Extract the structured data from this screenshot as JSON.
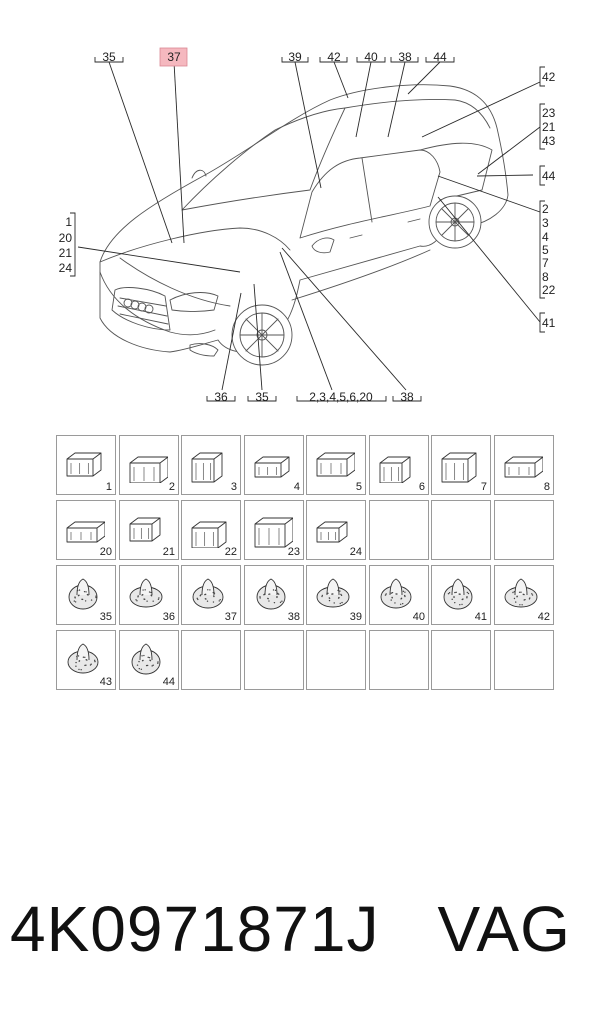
{
  "diagram": {
    "highlight_color": "#f5b8bf",
    "callouts_top": [
      {
        "id": "c35t",
        "label": "35"
      },
      {
        "id": "c37t",
        "label": "37",
        "highlight": true
      },
      {
        "id": "c39t",
        "label": "39"
      },
      {
        "id": "c42t",
        "label": "42"
      },
      {
        "id": "c40t",
        "label": "40"
      },
      {
        "id": "c38t",
        "label": "38"
      },
      {
        "id": "c44t",
        "label": "44"
      }
    ],
    "callouts_right": [
      {
        "id": "r42",
        "lines": [
          "42"
        ]
      },
      {
        "id": "r23",
        "lines": [
          "23",
          "21",
          "43"
        ]
      },
      {
        "id": "r44",
        "lines": [
          "44"
        ]
      },
      {
        "id": "r2",
        "lines": [
          "2",
          "3",
          "4",
          "5",
          "7",
          "8",
          "22"
        ]
      },
      {
        "id": "r41",
        "lines": [
          "41"
        ]
      }
    ],
    "callouts_left": [
      {
        "id": "l1",
        "lines": [
          "1",
          "20",
          "21",
          "24"
        ]
      }
    ],
    "callouts_bottom": [
      {
        "id": "b36",
        "label": "36"
      },
      {
        "id": "b35",
        "label": "35"
      },
      {
        "id": "b2",
        "label": "2,3,4,5,6,20"
      },
      {
        "id": "b38",
        "label": "38"
      }
    ]
  },
  "parts": [
    {
      "num": "1",
      "icon": "connector-icon"
    },
    {
      "num": "2",
      "icon": "connector-icon"
    },
    {
      "num": "3",
      "icon": "connector-icon"
    },
    {
      "num": "4",
      "icon": "connector-icon"
    },
    {
      "num": "5",
      "icon": "connector-icon"
    },
    {
      "num": "6",
      "icon": "connector-icon"
    },
    {
      "num": "7",
      "icon": "connector-icon"
    },
    {
      "num": "8",
      "icon": "connector-icon"
    },
    {
      "num": "20",
      "icon": "connector-icon"
    },
    {
      "num": "21",
      "icon": "connector-icon"
    },
    {
      "num": "22",
      "icon": "connector-icon"
    },
    {
      "num": "23",
      "icon": "connector-icon"
    },
    {
      "num": "24",
      "icon": "connector-icon"
    },
    {
      "num": "",
      "icon": ""
    },
    {
      "num": "",
      "icon": ""
    },
    {
      "num": "",
      "icon": ""
    },
    {
      "num": "35",
      "icon": "grommet-icon"
    },
    {
      "num": "36",
      "icon": "grommet-icon"
    },
    {
      "num": "37",
      "icon": "grommet-icon"
    },
    {
      "num": "38",
      "icon": "grommet-icon"
    },
    {
      "num": "39",
      "icon": "grommet-icon"
    },
    {
      "num": "40",
      "icon": "grommet-icon"
    },
    {
      "num": "41",
      "icon": "grommet-icon"
    },
    {
      "num": "42",
      "icon": "grommet-icon"
    },
    {
      "num": "43",
      "icon": "grommet-icon"
    },
    {
      "num": "44",
      "icon": "grommet-icon"
    },
    {
      "num": "",
      "icon": ""
    },
    {
      "num": "",
      "icon": ""
    },
    {
      "num": "",
      "icon": ""
    },
    {
      "num": "",
      "icon": ""
    },
    {
      "num": "",
      "icon": ""
    },
    {
      "num": "",
      "icon": ""
    }
  ],
  "footer": {
    "part_number": "4K0971871J",
    "brand": "VAG"
  }
}
